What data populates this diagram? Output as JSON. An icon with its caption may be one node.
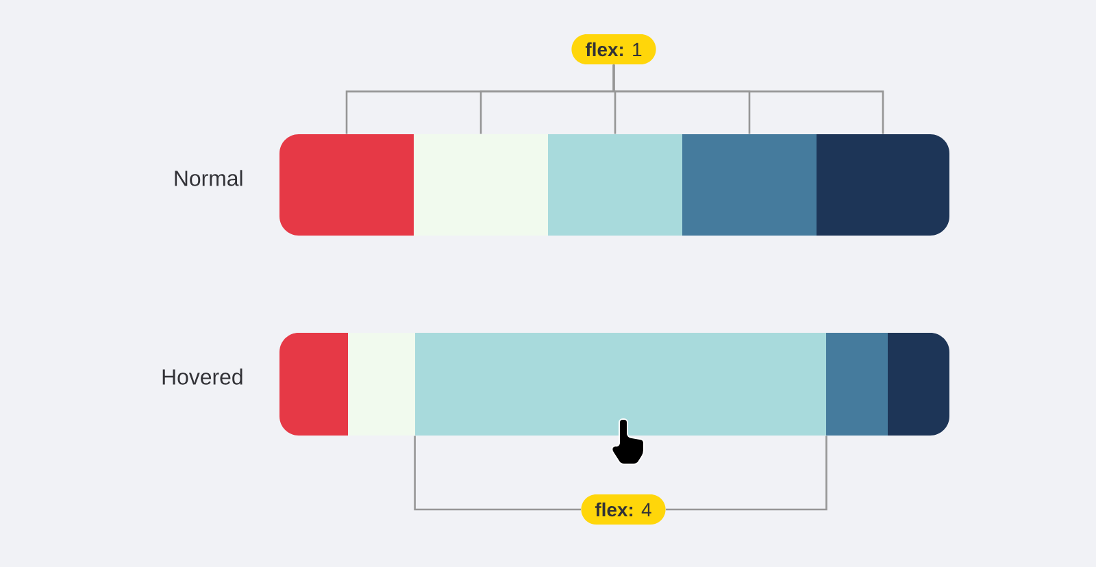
{
  "diagram": {
    "nodes": [
      {
        "text": [
          "**flex:** 1"
        ]
      },
      {
        "text": [],
        "shape": "box"
      },
      {
        "text": [],
        "shape": "box"
      },
      {
        "text": [],
        "shape": "box"
      },
      {
        "text": [],
        "shape": "box"
      },
      {
        "text": [],
        "shape": "box"
      },
      {
        "text": [
          "**flex:** 4"
        ]
      },
      {
        "text": [],
        "shape": "box"
      },
      {
        "text": [],
        "shape": "box"
      },
      {
        "text": [],
        "shape": "box"
      },
      {
        "text": [],
        "shape": "box"
      },
      {
        "text": [],
        "shape": "box"
      }
    ],
    "edges": [
      {
        "from": 0,
        "to": 1,
        "arrow": "none"
      },
      {
        "from": 0,
        "to": 2,
        "arrow": "none"
      },
      {
        "from": 0,
        "to": 3,
        "arrow": "none"
      },
      {
        "from": 0,
        "to": 4,
        "arrow": "none"
      },
      {
        "from": 0,
        "to": 5,
        "arrow": "none"
      },
      {
        "from": 6,
        "to": 9,
        "arrow": "none"
      }
    ],
    "labels": [
      "Normal",
      "Hovered"
    ]
  }
}
